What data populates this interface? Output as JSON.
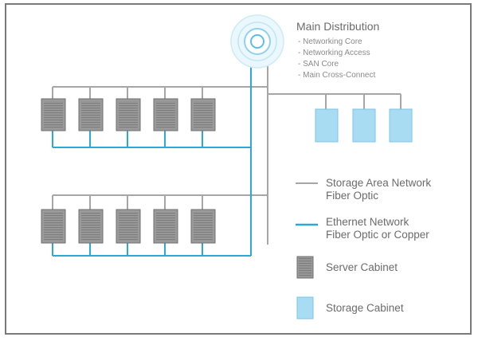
{
  "main_distribution": {
    "title": "Main Distribution",
    "items": [
      "- Networking Core",
      "- Networking Access",
      "- SAN Core",
      "- Main Cross-Connect"
    ]
  },
  "legend": {
    "san_line_1": "Storage Area Network",
    "san_line_2": "Fiber Optic",
    "eth_line_1": "Ethernet Network",
    "eth_line_2": "Fiber Optic or Copper",
    "server": "Server Cabinet",
    "storage": "Storage Cabinet"
  },
  "colors": {
    "san_line": "#a6a6a6",
    "ethernet_line": "#2aa9d9",
    "server_fill": "#9a9a9a",
    "storage_fill": "#a8dcf2"
  }
}
